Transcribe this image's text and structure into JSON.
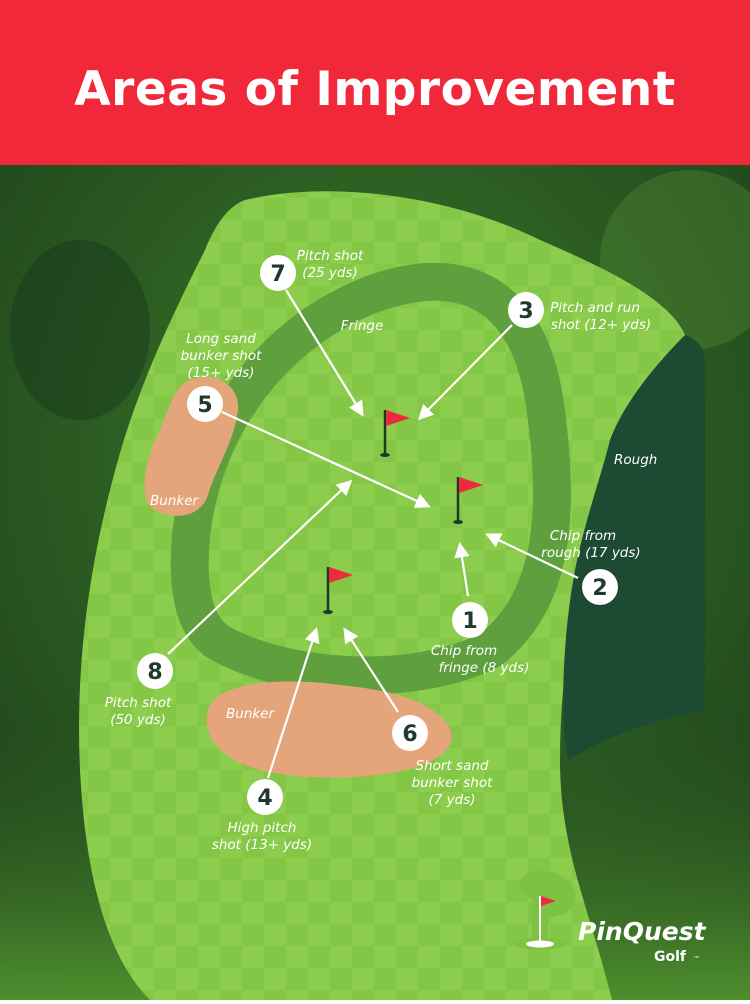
{
  "title": "Areas of Improvement",
  "areas": {
    "fringe": "Fringe",
    "rough": "Rough",
    "bunker_left": "Bunker",
    "bunker_bottom": "Bunker"
  },
  "shots": [
    {
      "number": "1",
      "line1": "Chip from",
      "line2": "fringe (8 yds)"
    },
    {
      "number": "2",
      "line1": "Chip from",
      "line2": "rough (17 yds)"
    },
    {
      "number": "3",
      "line1": "Pitch and run",
      "line2": "shot (12+ yds)"
    },
    {
      "number": "4",
      "line1": "High pitch",
      "line2": "shot (13+ yds)"
    },
    {
      "number": "5",
      "line1": "Long sand",
      "line2": "bunker shot",
      "line3": "(15+ yds)"
    },
    {
      "number": "6",
      "line1": "Short sand",
      "line2": "bunker shot",
      "line3": "(7 yds)"
    },
    {
      "number": "7",
      "line1": "Pitch shot",
      "line2": "(25 yds)"
    },
    {
      "number": "8",
      "line1": "Pitch shot",
      "line2": "(50 yds)"
    }
  ],
  "brand": {
    "name": "PinQuest",
    "sub": "Golf",
    "tm": "™"
  },
  "colors": {
    "header": "#f0283a",
    "green": "#7dc242",
    "fringe": "#5fa23e",
    "rough": "#1c4a33",
    "bunker": "#e4a57a",
    "flag": "#ed2b3a",
    "marker_text": "#1f3a2c"
  }
}
